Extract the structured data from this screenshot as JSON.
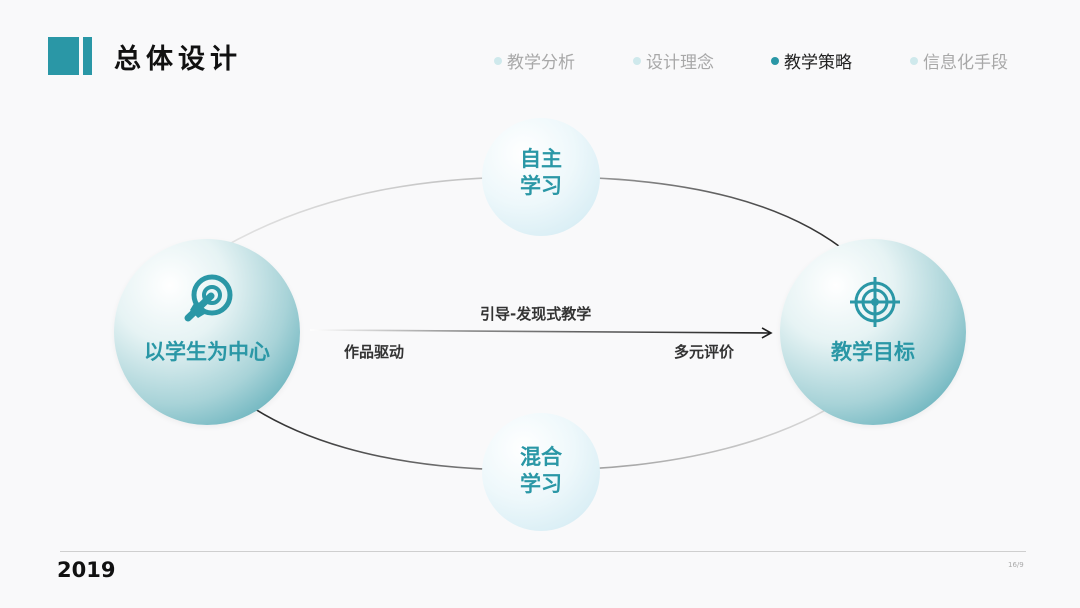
{
  "header": {
    "title": "总体设计",
    "nav": [
      {
        "label": "教学分析",
        "active": false
      },
      {
        "label": "设计理念",
        "active": false
      },
      {
        "label": "教学策略",
        "active": true
      },
      {
        "label": "信息化手段",
        "active": false
      }
    ]
  },
  "diagram": {
    "left_node": "以学生为中心",
    "right_node": "教学目标",
    "top_node": {
      "line1": "自主",
      "line2": "学习"
    },
    "bottom_node": {
      "line1": "混合",
      "line2": "学习"
    },
    "center_label": "引导-发现式教学",
    "left_sub": "作品驱动",
    "right_sub": "多元评价"
  },
  "footer": {
    "year": "2019",
    "page": "16/9"
  },
  "colors": {
    "accent": "#2a97a6",
    "nav_inactive": "#a8a8a8",
    "nav_dot_inactive": "#cfe9ec"
  }
}
